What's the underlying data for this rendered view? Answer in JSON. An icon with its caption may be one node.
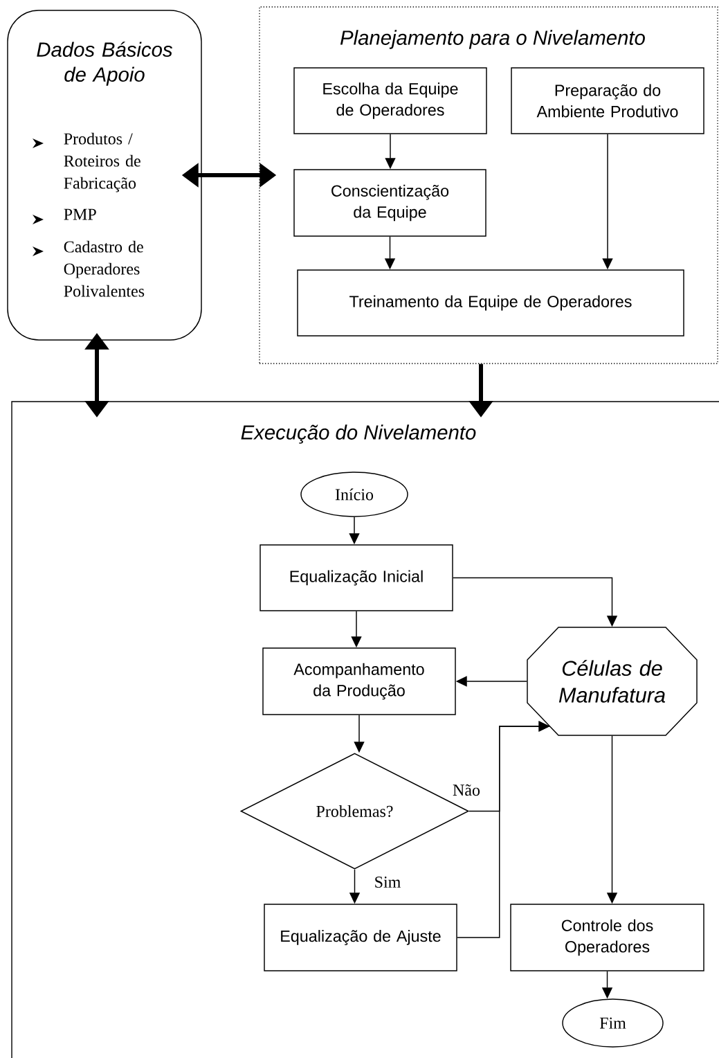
{
  "diagram": {
    "nodes": [
      {
        "text": [
          "Dados Básicos de Apoio",
          "Produtos / Roteiros de Fabricação",
          "PMP",
          "Cadastro de Operadores Polivalentes"
        ]
      },
      {
        "text": [
          "Planejamento para o Nivelamento"
        ]
      },
      {
        "text": [
          "Escolha da Equipe de Operadores"
        ],
        "in": 1
      },
      {
        "text": [
          "Preparação do Ambiente Produtivo"
        ],
        "in": 1
      },
      {
        "text": [
          "Conscientização da Equipe"
        ],
        "in": 1
      },
      {
        "text": [
          "Treinamento da Equipe de Operadores"
        ],
        "in": 1
      },
      {
        "text": [
          "Execução do Nivelamento"
        ]
      },
      {
        "text": [
          "Início"
        ],
        "in": 6
      },
      {
        "text": [
          "Equalização Inicial"
        ],
        "in": 6
      },
      {
        "text": [
          "Acompanhamento da Produção"
        ],
        "in": 6
      },
      {
        "text": [
          "Células de Manufatura"
        ],
        "in": 6
      },
      {
        "text": [
          "Problemas?"
        ],
        "in": 6
      },
      {
        "text": [
          "Equalização de Ajuste"
        ],
        "in": 6
      },
      {
        "text": [
          "Controle dos Operadores"
        ],
        "in": 6
      },
      {
        "text": [
          "Fim"
        ],
        "in": 6
      }
    ],
    "edges": [
      {
        "from": 0,
        "to": 1,
        "arrow": "both",
        "style": "thick"
      },
      {
        "from": 0,
        "to": 6,
        "arrow": "both",
        "style": "thick"
      },
      {
        "from": 1,
        "to": 6,
        "arrow": "to",
        "style": "thick"
      },
      {
        "from": 2,
        "to": 4,
        "arrow": "to"
      },
      {
        "from": 4,
        "to": 5,
        "arrow": "to"
      },
      {
        "from": 3,
        "to": 5,
        "arrow": "to"
      },
      {
        "from": 7,
        "to": 8,
        "arrow": "to"
      },
      {
        "from": 8,
        "to": 9,
        "arrow": "to"
      },
      {
        "from": 8,
        "to": 10,
        "arrow": "to"
      },
      {
        "from": 10,
        "to": 9,
        "arrow": "to"
      },
      {
        "from": 9,
        "to": 11,
        "arrow": "to"
      },
      {
        "from": 11,
        "to": 12,
        "arrow": "to",
        "label": "Sim"
      },
      {
        "from": 11,
        "to": 10,
        "arrow": "to",
        "label": "Não"
      },
      {
        "from": 12,
        "to": 10,
        "arrow": "to"
      },
      {
        "from": 10,
        "to": 13,
        "arrow": "to"
      },
      {
        "from": 13,
        "to": 14,
        "arrow": "to"
      }
    ]
  }
}
